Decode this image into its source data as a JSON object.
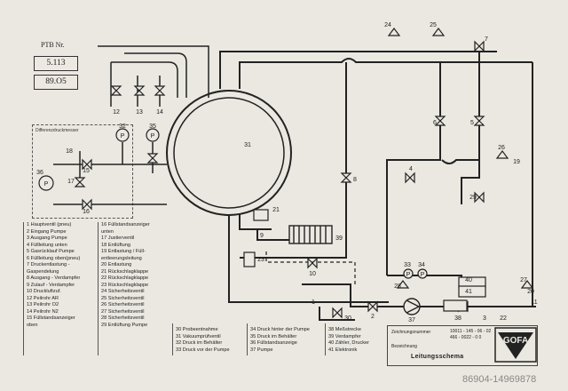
{
  "ptb": {
    "label": "PTB Nr.",
    "box1": "5.113",
    "box2": "89.O5"
  },
  "diff_label": "Differenzdruckmesser",
  "legend_col1": [
    "1  Hauptventil (pneu)",
    "2  Eingang Pumpe",
    "3  Ausgang Pumpe",
    "4  Füllleitung unten",
    "5  Gasrücklauf Pumpe",
    "6  Füllleitung oben(pneu)",
    "7  Druckentlastung -",
    "    Gaspendelung",
    "8  Ausgang - Verdampfer",
    "9  Zulauf - Verdampfer",
    "10 Druckluftzuf.",
    "12 Peilrohr  AR",
    "13 Peilrohr  O2",
    "14 Peilrohr  N2",
    "15 Füllstandsanzeiger",
    "    oben"
  ],
  "legend_col2": [
    "16 Füllstandsanzeiger",
    "     unten",
    "17 Justierventil",
    "18 Entlüftung",
    "19 Entlastung / Füll-",
    "     entleerungsleitung",
    "20 Entlastung",
    "21 Rückschlagklappe",
    "22 Rückschlagklappe",
    "23 Rückschlagklappe",
    "24 Sicherheitsventil",
    "25 Sicherheitsventil",
    "26 Sicherheitsventil",
    "27 Sicherheitsventil",
    "28 Sicherheitsventil",
    "29 Entlüftung Pumpe"
  ],
  "legend_col3": [
    "30 Probeentnahme",
    "31 Vakuumprüfventil",
    "32 Druck im Behälter",
    "33 Druck vor der Pumpe"
  ],
  "legend_col4": [
    "34 Druck hinter der Pumpe",
    "35 Druck im Behälter",
    "36 Füllstandsanzeige",
    "37 Pumpe"
  ],
  "legend_col5": [
    "38 Meßstrecke",
    "39 Verdampfer",
    "40 Zähler, Drucker",
    "41 Elektronik"
  ],
  "title_block": {
    "zeichnungsnr_label": "Zeichnungsnummer",
    "zeichnungsnr_value": "10011 - 145 - 06 - 02",
    "zeichnungsnr_value2": "466 - 0022 - 0 0",
    "bezeichnung_label": "Bezeichnung",
    "title": "Leitungsschema"
  },
  "logo_text": "GOFA",
  "watermark": "86904-14969878",
  "colors": {
    "paper": "#ebe8e1",
    "ink": "#1e1e1e",
    "pipe": "#222222"
  }
}
